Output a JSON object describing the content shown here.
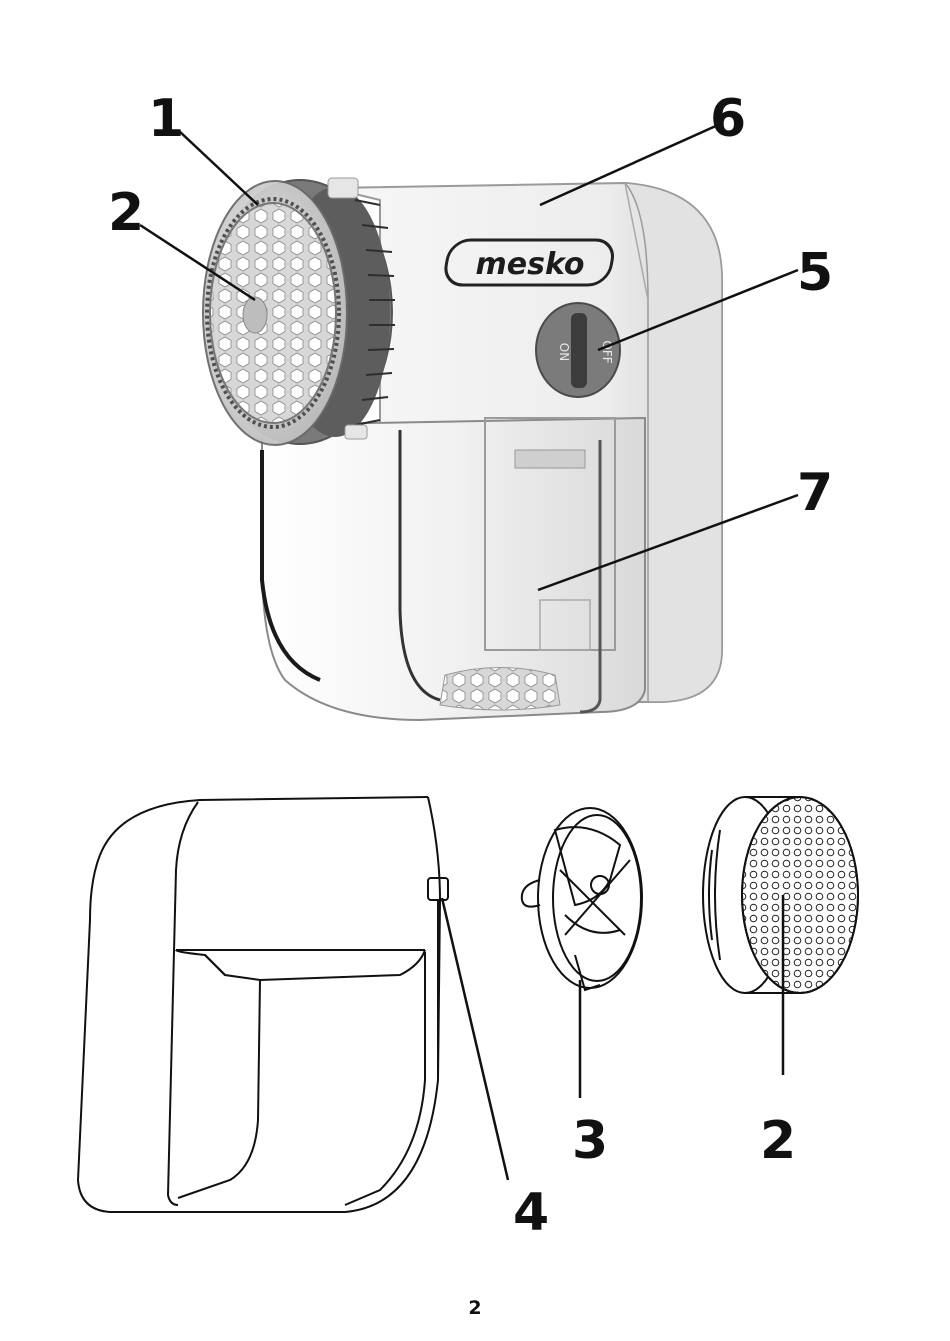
{
  "product": {
    "brand_logo": "mesko",
    "switch_on": "ON",
    "switch_off": "OFF"
  },
  "callouts": {
    "blade_ring": "1",
    "guard_top": "2",
    "housing": "6",
    "switch": "5",
    "container": "7",
    "blade": "3",
    "guard_bottom": "2",
    "hinge": "4"
  },
  "page_number": "2"
}
